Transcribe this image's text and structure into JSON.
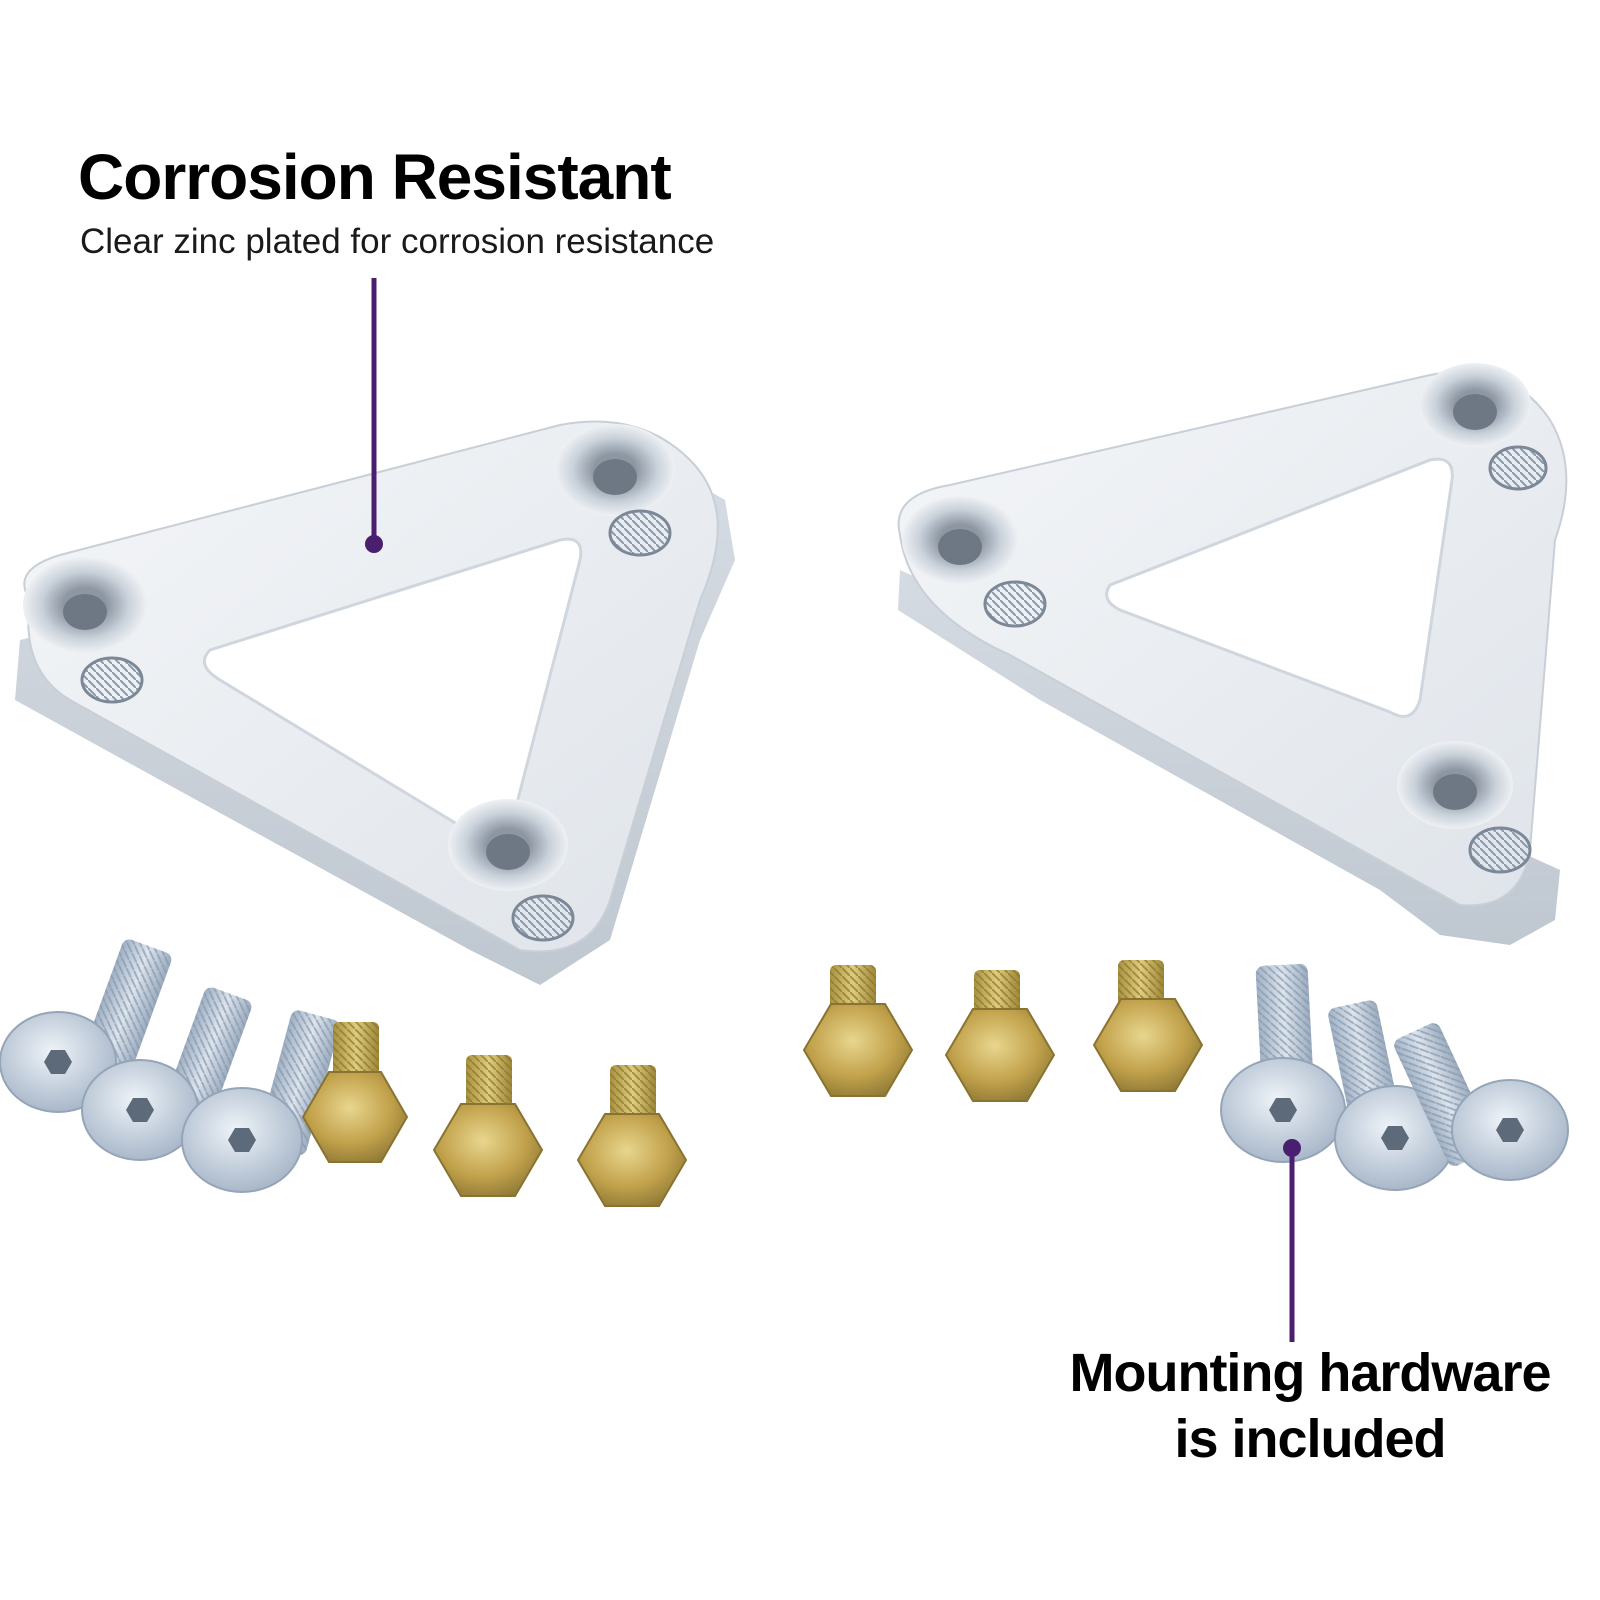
{
  "callouts": {
    "corrosion": {
      "title": "Corrosion Resistant",
      "description": "Clear zinc plated for corrosion resistance"
    },
    "hardware": {
      "line1": "Mounting hardware",
      "line2": "is included"
    }
  },
  "colors": {
    "accent": "#4b1f6f",
    "plate": "#e7ebef",
    "zinc_bolt": "#b9c6d6",
    "gold_bolt": "#c4a64a"
  }
}
